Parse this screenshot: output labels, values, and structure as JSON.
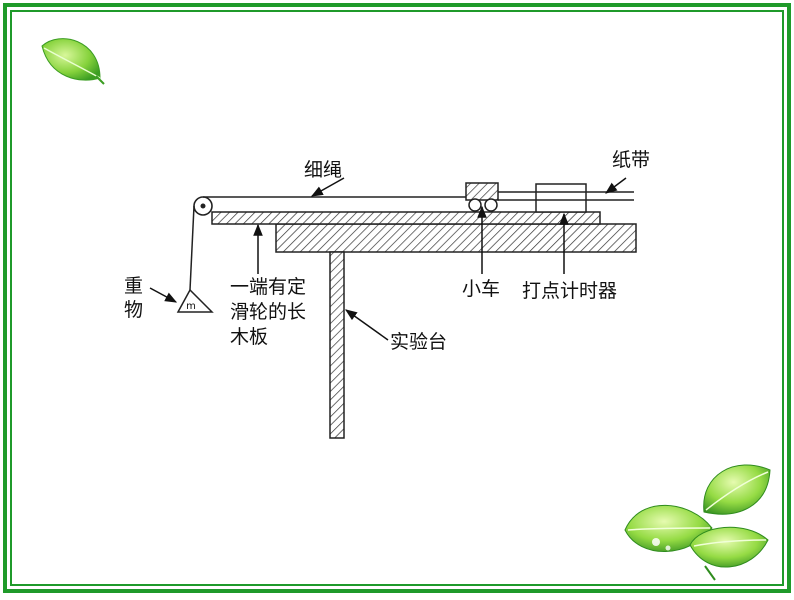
{
  "colors": {
    "frame_green": "#1f9a2a",
    "leaf_light": "#9be04a",
    "leaf_dark": "#2f9a22",
    "diagram_ink": "#222222",
    "background": "#ffffff"
  },
  "icons": {
    "top_left": "leaf-icon",
    "bottom_right": "leaf-cluster-icon"
  },
  "labels": {
    "rope": "细绳",
    "tape": "纸带",
    "weight_line1": "重",
    "weight_line2": "物",
    "board_line1": "一端有定",
    "board_line2": "滑轮的长",
    "board_line3": "木板",
    "cart": "小车",
    "timer": "打点计时器",
    "table": "实验台",
    "weight_mark": "m"
  }
}
